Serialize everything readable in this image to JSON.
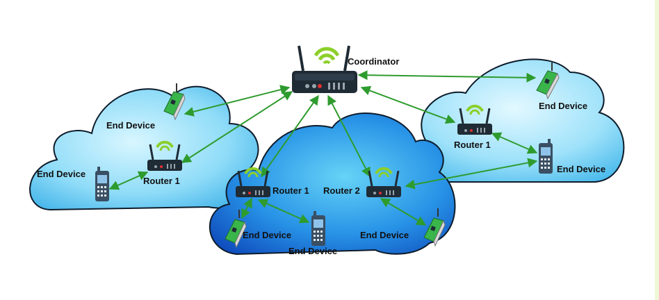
{
  "labels": {
    "coordinator": "Coordinator",
    "left_end_device_top": "End Device",
    "left_router": "Router 1",
    "left_end_device_phone": "End Device",
    "center_router1": "Router 1",
    "center_router2": "Router 2",
    "center_end_device_left": "End Device",
    "center_end_device_phone": "End Device",
    "center_end_device_right": "End Device",
    "right_end_device_top": "End Device",
    "right_router": "Router 1",
    "right_end_device_phone": "End Device"
  },
  "colors": {
    "cloud_light": "#b9ecfb",
    "cloud_mid": "#5ec7f0",
    "cloud_dark": "#1a6fd8",
    "cloud_stroke": "#0d1b2a",
    "link": "#2e9b2e",
    "router_body": "#1f2b35",
    "wifi": "#8ccf2a",
    "board": "#39b54a",
    "phone": "#3a4f63"
  },
  "icons": {
    "coordinator": "wireless-router-icon",
    "router": "wireless-router-icon",
    "sensor": "sensor-board-icon",
    "phone": "mobile-phone-icon"
  }
}
